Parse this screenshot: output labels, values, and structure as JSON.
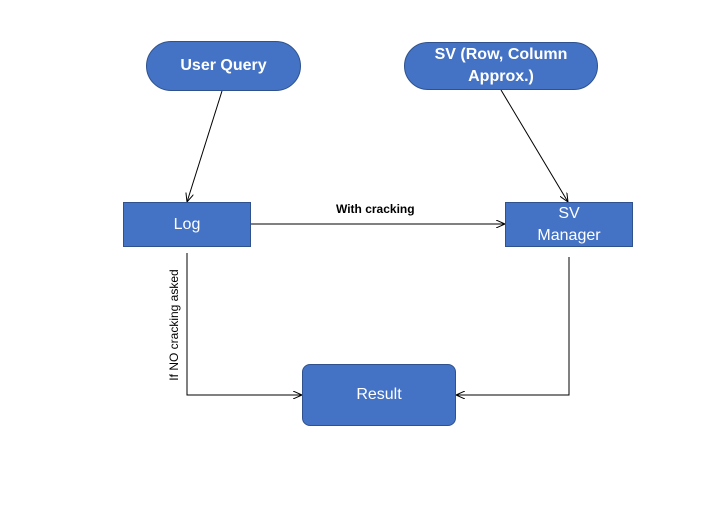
{
  "diagram": {
    "nodes": {
      "user_query": "User Query",
      "sv_row_column": "SV (Row, Column Approx.)",
      "log": "Log",
      "sv_manager": "SV Manager",
      "result": "Result"
    },
    "edges": {
      "with_cracking": "With cracking",
      "no_cracking": "If NO cracking asked"
    },
    "colors": {
      "node_fill": "#4472c4",
      "node_border": "#2f528f",
      "node_text": "#ffffff",
      "arrow": "#000000"
    }
  }
}
